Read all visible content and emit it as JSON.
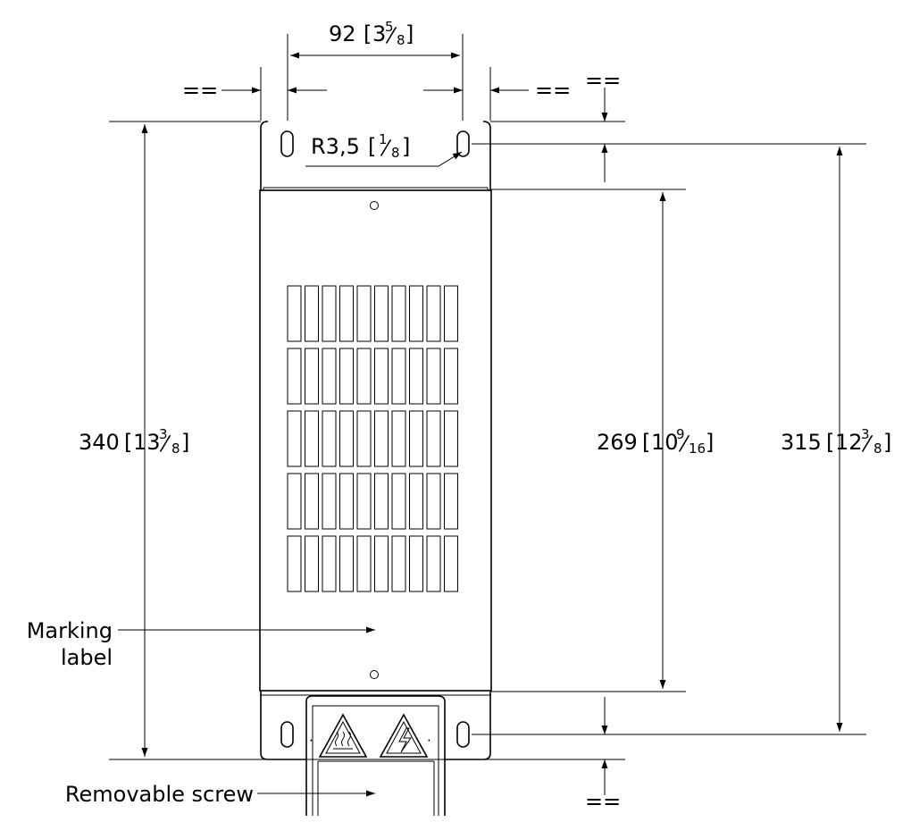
{
  "dimensions": {
    "width_top": {
      "value": "92",
      "whole": "3",
      "num": "5",
      "den": "8"
    },
    "radius": {
      "value": "R3,5",
      "whole": "",
      "num": "1",
      "den": "8"
    },
    "overall_height": {
      "value": "340",
      "whole": "13",
      "num": "3",
      "den": "8"
    },
    "body_height": {
      "value": "269",
      "whole": "10",
      "num": "9",
      "den": "16"
    },
    "hole_spacing": {
      "value": "315",
      "whole": "12",
      "num": "3",
      "den": "8"
    },
    "equal_mark": "=="
  },
  "labels": {
    "marking_label_line1": "Marking",
    "marking_label_line2": "label",
    "removable_screw": "Removable screw"
  },
  "vent_grid": {
    "rows": 5,
    "cols": 10
  }
}
